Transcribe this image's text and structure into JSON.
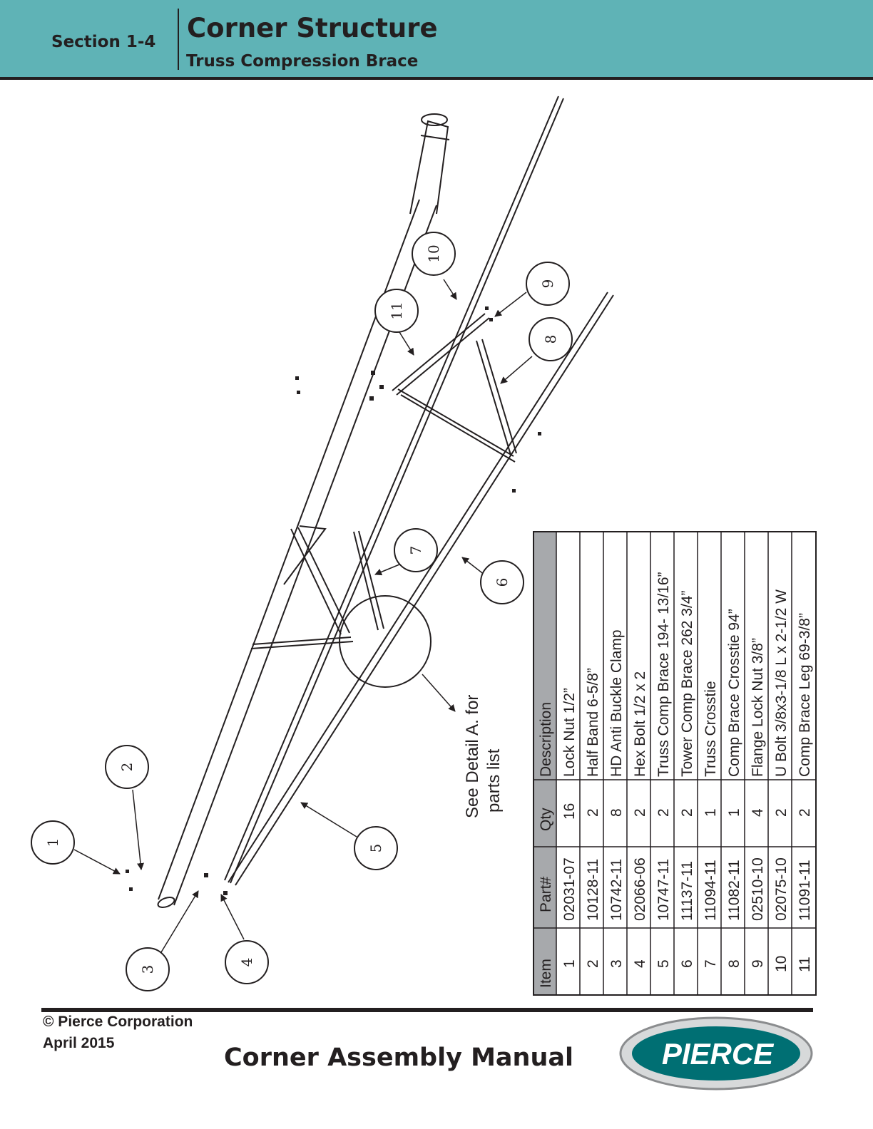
{
  "header": {
    "section": "Section 1-4",
    "title": "Corner Structure",
    "subtitle": "Truss Compression Brace",
    "color": "#5fb3b6"
  },
  "diagram": {
    "callouts": [
      "1",
      "2",
      "3",
      "4",
      "5",
      "6",
      "7",
      "8",
      "9",
      "10",
      "11"
    ],
    "detail_note_line1": "See Detail A. for",
    "detail_note_line2": "parts list"
  },
  "parts_table": {
    "headers": [
      "Item",
      "Part#",
      "Qty",
      "Description"
    ],
    "rows": [
      [
        "1",
        "02031-07",
        "16",
        "Lock Nut 1/2”"
      ],
      [
        "2",
        "10128-11",
        "2",
        "Half Band 6-5/8”"
      ],
      [
        "3",
        "10742-11",
        "8",
        "HD Anti Buckle Clamp"
      ],
      [
        "4",
        "02066-06",
        "2",
        "Hex Bolt 1/2 x 2"
      ],
      [
        "5",
        "10747-11",
        "2",
        "Truss Comp Brace 194- 13/16”"
      ],
      [
        "6",
        "11137-11",
        "2",
        "Tower Comp Brace 262 3/4”"
      ],
      [
        "7",
        "11094-11",
        "1",
        "Truss Crosstie"
      ],
      [
        "8",
        "11082-11",
        "1",
        "Comp Brace Crosstie 94”"
      ],
      [
        "9",
        "02510-10",
        "4",
        "Flange Lock Nut 3/8”"
      ],
      [
        "10",
        "02075-10",
        "2",
        "U Bolt  3/8x3-1/8 L x 2-1/2 W"
      ],
      [
        "11",
        "11091-11",
        "2",
        "Comp Brace Leg 69-3/8”"
      ]
    ],
    "header_color": "#a7a9ac"
  },
  "footer": {
    "copyright": "© Pierce Corporation",
    "date": "April 2015",
    "manual_title": "Corner Assembly Manual",
    "logo_text": "PIERCE",
    "logo_color": "#006f73"
  }
}
